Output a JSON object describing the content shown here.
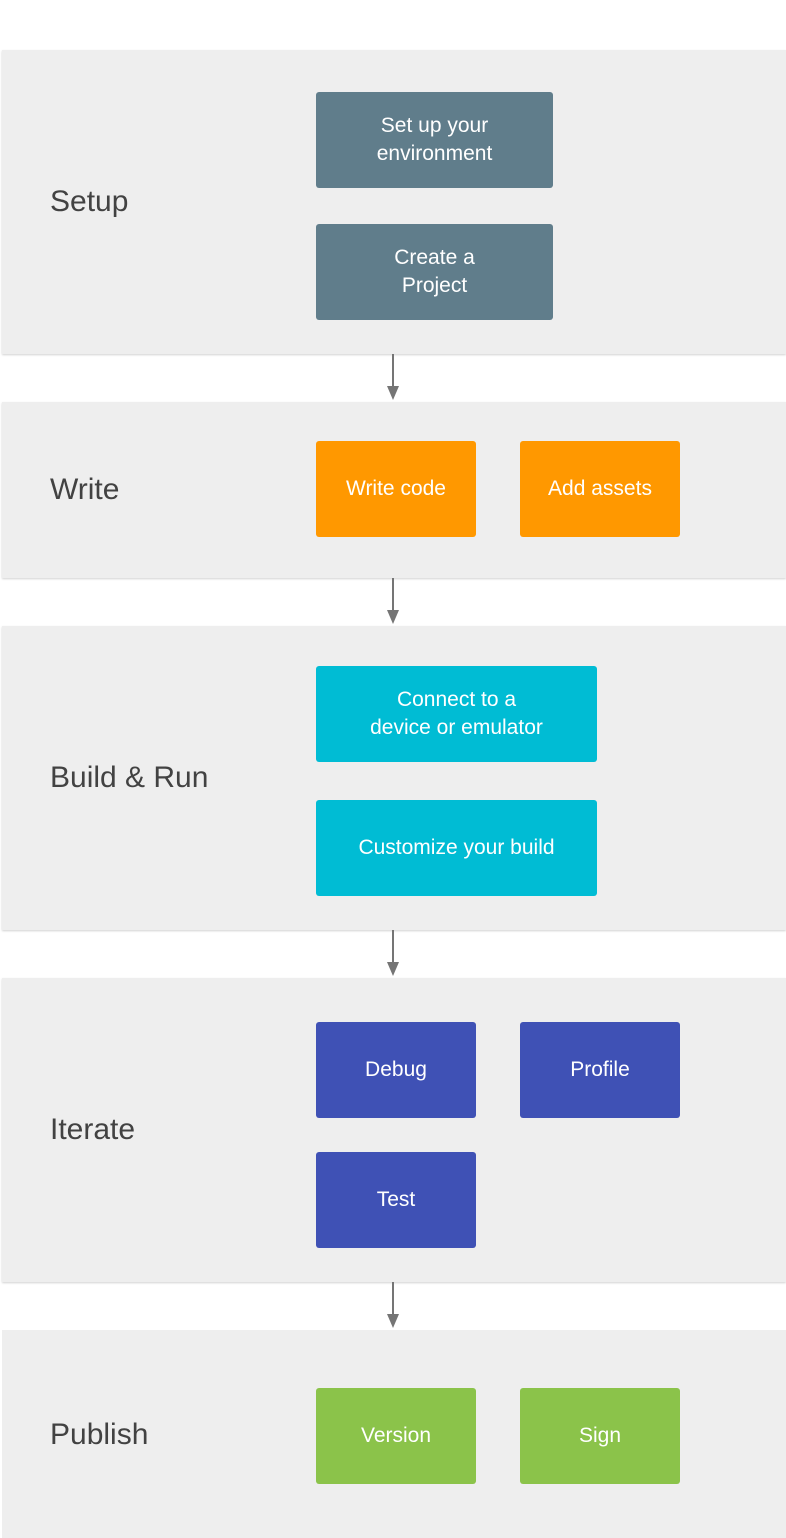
{
  "stages": [
    {
      "label": "Setup",
      "color": "#607d8b",
      "steps": [
        "Set up your\nenvironment",
        "Create a\nProject"
      ]
    },
    {
      "label": "Write",
      "color": "#ff9800",
      "steps": [
        "Write code",
        "Add assets"
      ]
    },
    {
      "label": "Build & Run",
      "color": "#00bcd4",
      "steps": [
        "Connect to a\ndevice or emulator",
        "Customize your build"
      ]
    },
    {
      "label": "Iterate",
      "color": "#3f51b5",
      "steps": [
        "Debug",
        "Profile",
        "Test"
      ]
    },
    {
      "label": "Publish",
      "color": "#8bc34a",
      "steps": [
        "Version",
        "Sign"
      ]
    }
  ],
  "colors": {
    "panel": "#eeeeee",
    "label_text": "#424242",
    "arrow": "#757575"
  }
}
